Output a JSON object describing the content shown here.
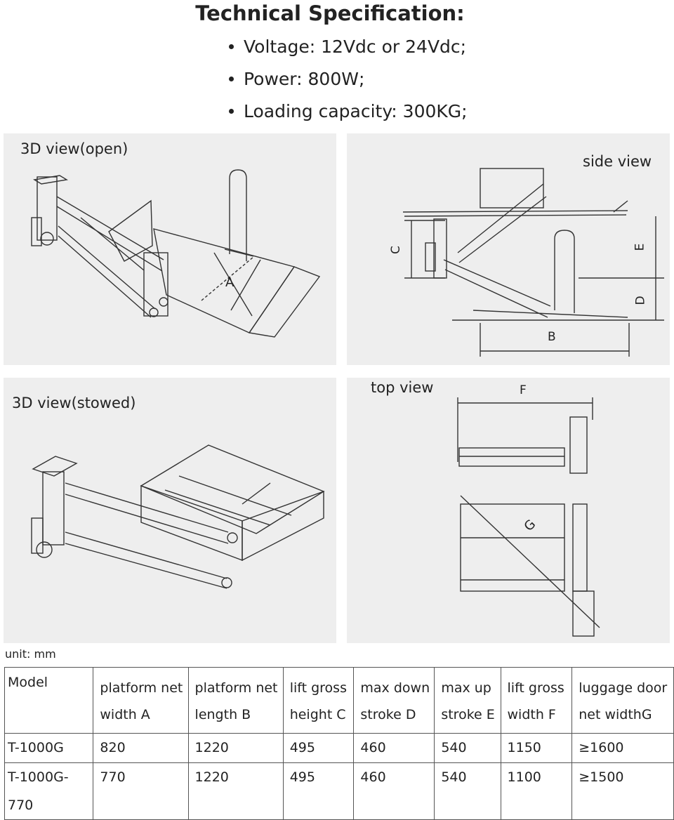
{
  "heading": "Technical Specification:",
  "specs": [
    "Voltage: 12Vdc or 24Vdc;",
    "Power: 800W;",
    "Loading capacity: 300KG;"
  ],
  "panels": {
    "open": {
      "label": "3D view(open)",
      "dim_a": "A"
    },
    "side": {
      "label": "side view",
      "dim_b": "B",
      "dim_c": "C",
      "dim_d": "D",
      "dim_e": "E"
    },
    "stowed": {
      "label": "3D view(stowed)"
    },
    "top": {
      "label": "top view",
      "dim_f": "F",
      "dim_g": "G"
    }
  },
  "unit_note": "unit: mm",
  "table": {
    "headers": [
      "Model",
      "platform net width A",
      "platform net length B",
      "lift gross height C",
      "max down stroke D",
      "max up stroke E",
      "lift gross width F",
      "luggage door net widthG"
    ],
    "header_lines": [
      [
        "Model",
        ""
      ],
      [
        "platform net",
        "width A"
      ],
      [
        "platform net",
        "length B"
      ],
      [
        "lift gross",
        "height C"
      ],
      [
        "max down",
        "stroke D"
      ],
      [
        "max up",
        "stroke E"
      ],
      [
        "lift gross",
        "width F"
      ],
      [
        "luggage door",
        "net widthG"
      ]
    ],
    "rows": [
      [
        "T-1000G",
        "820",
        "1220",
        "495",
        "460",
        "540",
        "1150",
        "≥1600"
      ],
      [
        "T-1000G-770",
        "770",
        "1220",
        "495",
        "460",
        "540",
        "1100",
        "≥1500"
      ]
    ]
  },
  "colors": {
    "panel_bg": "#eeeeee",
    "line": "#333333",
    "text": "#222222"
  }
}
